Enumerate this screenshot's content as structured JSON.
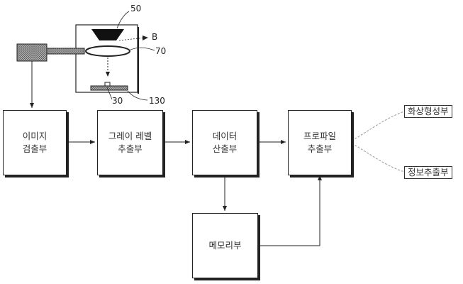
{
  "device": {
    "labels": {
      "ref_50": "50",
      "ref_b": "B",
      "ref_70": "70",
      "ref_30": "30",
      "ref_130": "130"
    }
  },
  "blocks": {
    "image_detector": [
      "이미지",
      "검출부"
    ],
    "gray_level_extractor": [
      "그레이 레벨",
      "추출부"
    ],
    "data_calculator": [
      "데이터",
      "산출부"
    ],
    "profile_extractor": [
      "프로파일",
      "추출부"
    ],
    "memory": [
      "메모리부"
    ]
  },
  "outputs": {
    "image_former": "화상형성부",
    "info_extractor": "정보추출부"
  },
  "colors": {
    "line": "#222222",
    "hatch": "#555555",
    "dashed_line": "#999999"
  }
}
